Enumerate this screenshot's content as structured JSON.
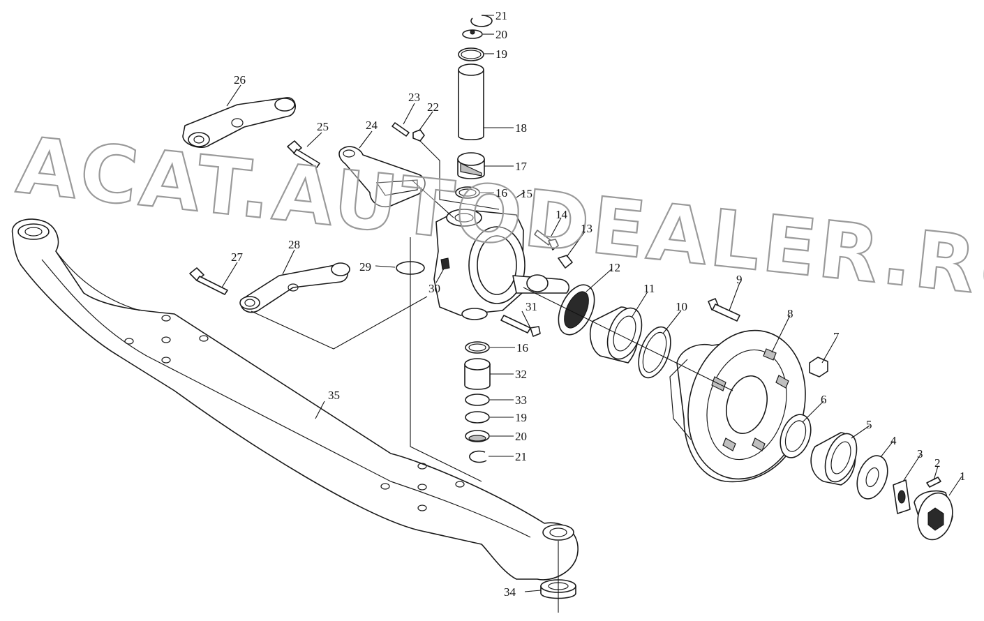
{
  "watermark": "ACAT.AUTODEALER.RU",
  "callouts": [
    {
      "id": "c1",
      "label": "1"
    },
    {
      "id": "c2",
      "label": "2"
    },
    {
      "id": "c3",
      "label": "3"
    },
    {
      "id": "c4",
      "label": "4"
    },
    {
      "id": "c5",
      "label": "5"
    },
    {
      "id": "c6",
      "label": "6"
    },
    {
      "id": "c7",
      "label": "7"
    },
    {
      "id": "c8",
      "label": "8"
    },
    {
      "id": "c9",
      "label": "9"
    },
    {
      "id": "c10",
      "label": "10"
    },
    {
      "id": "c11",
      "label": "11"
    },
    {
      "id": "c12",
      "label": "12"
    },
    {
      "id": "c13",
      "label": "13"
    },
    {
      "id": "c14",
      "label": "14"
    },
    {
      "id": "c15",
      "label": "15"
    },
    {
      "id": "c16a",
      "label": "16"
    },
    {
      "id": "c16b",
      "label": "16"
    },
    {
      "id": "c17",
      "label": "17"
    },
    {
      "id": "c18",
      "label": "18"
    },
    {
      "id": "c19a",
      "label": "19"
    },
    {
      "id": "c19b",
      "label": "19"
    },
    {
      "id": "c20a",
      "label": "20"
    },
    {
      "id": "c20b",
      "label": "20"
    },
    {
      "id": "c21a",
      "label": "21"
    },
    {
      "id": "c21b",
      "label": "21"
    },
    {
      "id": "c22",
      "label": "22"
    },
    {
      "id": "c23",
      "label": "23"
    },
    {
      "id": "c24",
      "label": "24"
    },
    {
      "id": "c25",
      "label": "25"
    },
    {
      "id": "c26",
      "label": "26"
    },
    {
      "id": "c27",
      "label": "27"
    },
    {
      "id": "c28",
      "label": "28"
    },
    {
      "id": "c29",
      "label": "29"
    },
    {
      "id": "c30",
      "label": "30"
    },
    {
      "id": "c31",
      "label": "31"
    },
    {
      "id": "c32",
      "label": "32"
    },
    {
      "id": "c33",
      "label": "33"
    },
    {
      "id": "c34",
      "label": "34"
    },
    {
      "id": "c35",
      "label": "35"
    }
  ]
}
